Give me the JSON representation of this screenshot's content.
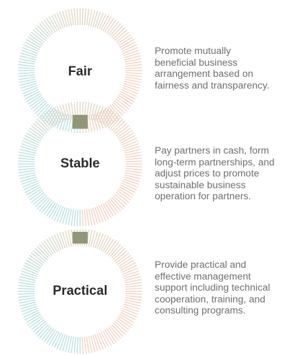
{
  "principles": [
    {
      "title": "Fair",
      "lines": [
        "Promote mutually",
        "beneficial business",
        "arrangement based on",
        "fairness and transparency."
      ]
    },
    {
      "title": "Stable",
      "lines": [
        "Pay partners in cash, form",
        "long-term partnerships, and",
        "adjust prices to promote",
        "sustainable business",
        "operation for partners."
      ]
    },
    {
      "title": "Practical",
      "lines": [
        "Provide practical and",
        "effective management",
        "support including technical",
        "cooperation, training, and",
        "consulting programs."
      ]
    }
  ],
  "colors": {
    "teal": "#6cc5c4",
    "teal_light": "#a9dad9",
    "peach": "#f0a98a",
    "peach_light": "#f3c7b3",
    "beige": "#d9cdb6",
    "overlap": "#93977a",
    "text": "#6e6e6e",
    "title": "#2b2b2b"
  }
}
